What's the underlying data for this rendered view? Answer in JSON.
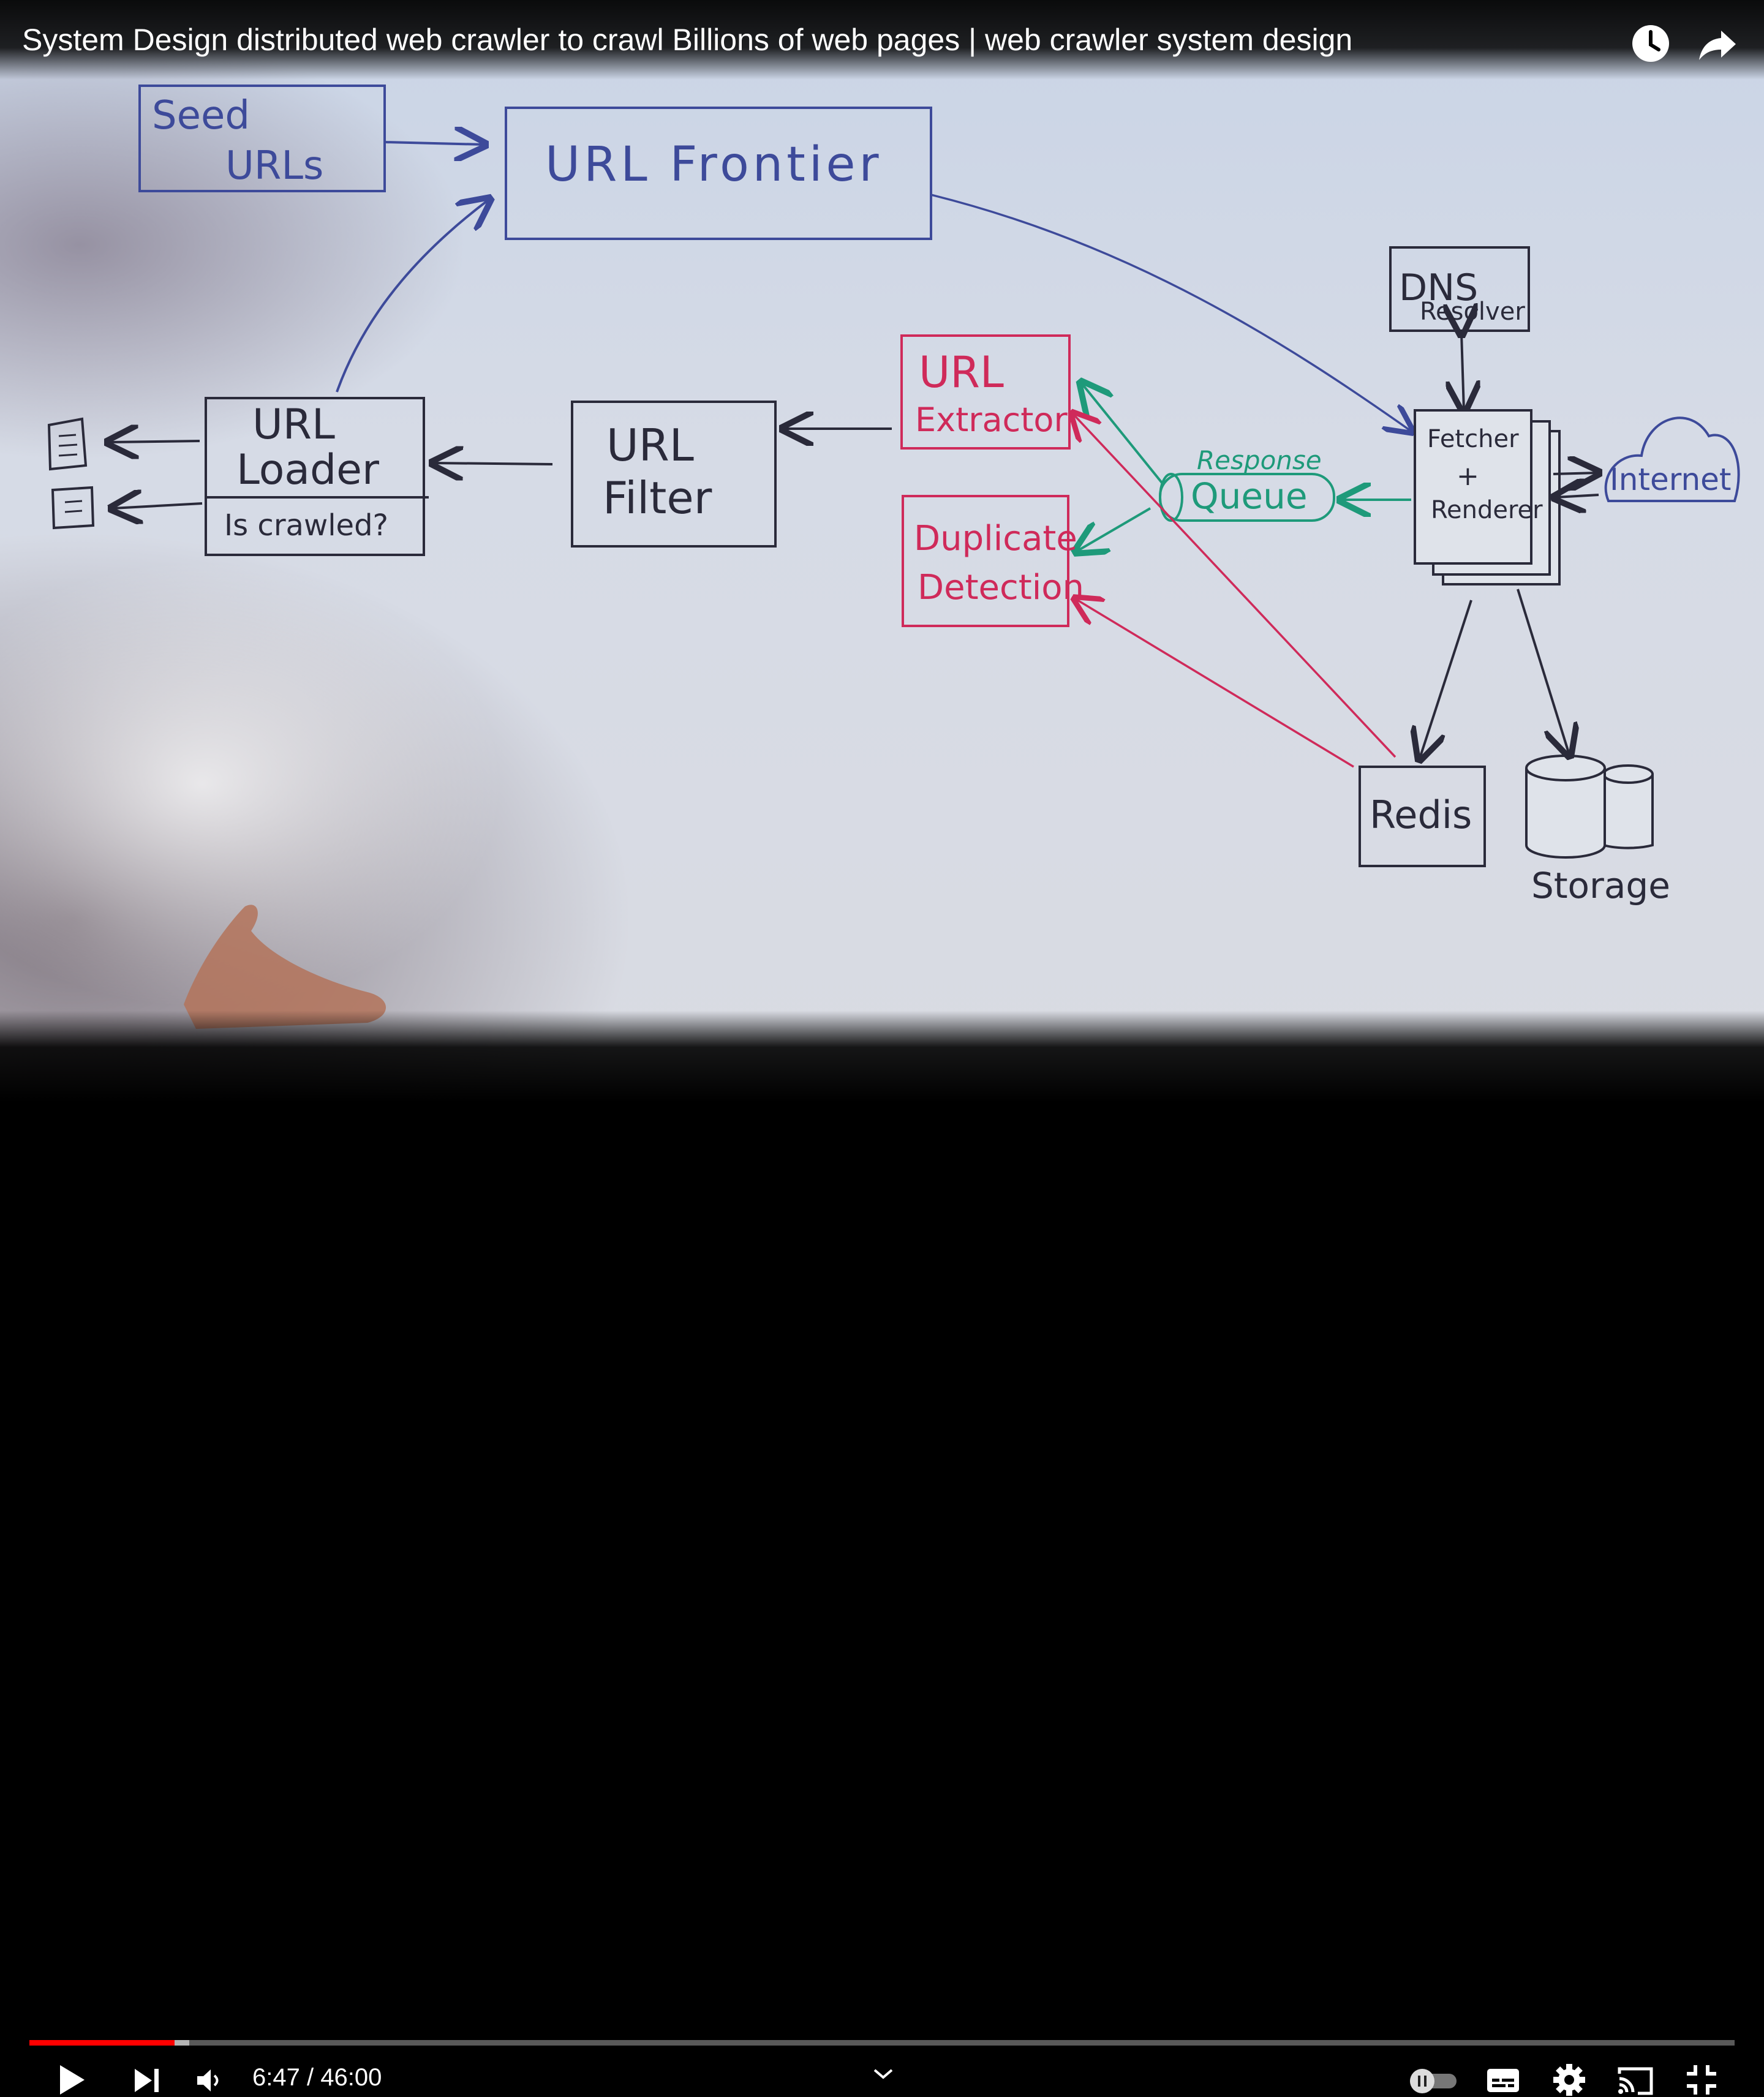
{
  "video": {
    "title": "System Design distributed web crawler to crawl Billions of web pages | web crawler system design",
    "time_current": "6:47",
    "time_separator": "/",
    "time_total": "46:00",
    "progress_played_fraction": 0.0853,
    "progress_buffered_fraction": 0.0939
  },
  "whiteboard": {
    "seed_urls": [
      "Seed",
      "URLs"
    ],
    "url_frontier": "URL Frontier",
    "dns_resolver": [
      "DNS",
      "Resolver"
    ],
    "url_extractor": [
      "URL",
      "Extractor"
    ],
    "response_queue_label": "Response",
    "response_queue": "Queue",
    "fetcher": [
      "Fetcher",
      "+",
      "Renderer"
    ],
    "internet": "Internet",
    "url_loader": [
      "URL",
      "Loader"
    ],
    "is_crawled": "Is crawled?",
    "url_filter": [
      "URL",
      "Filter"
    ],
    "duplicate_detection": [
      "Duplicate",
      "Detection"
    ],
    "redis": "Redis",
    "storage": "Storage"
  },
  "icons": {
    "watch_later": "clock-icon",
    "share": "share-icon",
    "play": "play-icon",
    "next": "next-icon",
    "volume": "volume-icon",
    "chevron": "chevron-down-icon",
    "autoplay": "autoplay-toggle-icon",
    "subtitles": "subtitles-icon",
    "settings": "gear-icon",
    "cast": "cast-icon",
    "exit_fullscreen": "exit-fullscreen-icon"
  },
  "colors": {
    "blue_marker": "#3d4a9a",
    "red_marker": "#cf2a5a",
    "green_marker": "#1e9a7a",
    "dark_marker": "#2a2a3a",
    "progress_red": "#ff0000"
  }
}
